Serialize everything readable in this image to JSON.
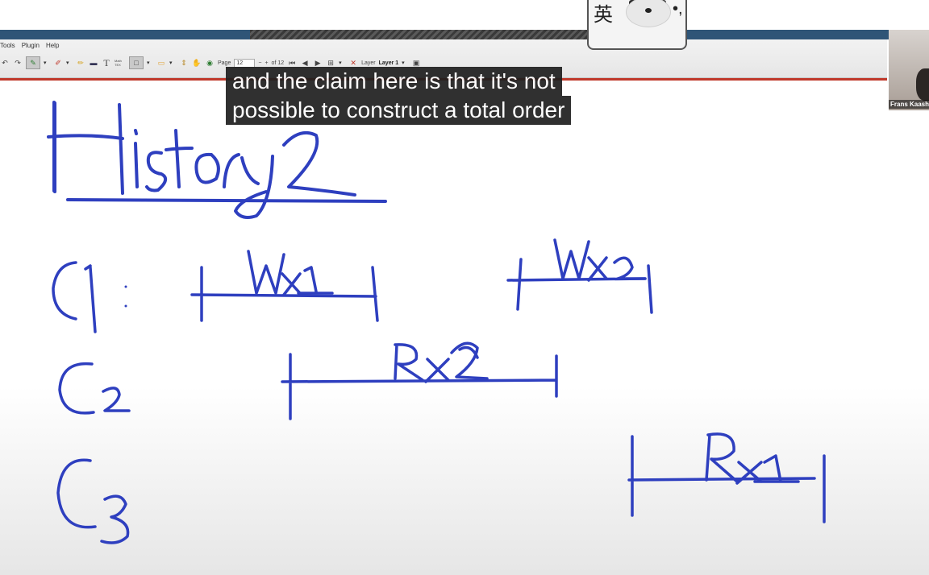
{
  "sticker": {
    "char": "英",
    "mark": "•,"
  },
  "menu": {
    "items": [
      "Tools",
      "Plugin",
      "Help"
    ]
  },
  "toolbar": {
    "text_tool": "T",
    "math_tex_label": "Math TEX",
    "page_label": "Page",
    "page_number": "12",
    "page_minus": "−",
    "page_plus": "+",
    "page_total": "of 12",
    "layer_label": "Layer",
    "layer_value": "Layer 1"
  },
  "subtitle": {
    "line1": "and the claim here is that it's not",
    "line2": "possible to construct a total order"
  },
  "webcam": {
    "name": "Frans Kaash"
  },
  "whiteboard": {
    "title": "History 2",
    "rows": [
      {
        "client": "C1:",
        "ops": [
          "Wx1",
          "Wx2"
        ]
      },
      {
        "client": "C2",
        "ops": [
          "Rx2"
        ]
      },
      {
        "client": "C3",
        "ops": [
          "Rx1"
        ]
      }
    ]
  },
  "colors": {
    "ink": "#2e3fbf",
    "title_bar": "#2f5577",
    "red_rule": "#c0392b"
  }
}
